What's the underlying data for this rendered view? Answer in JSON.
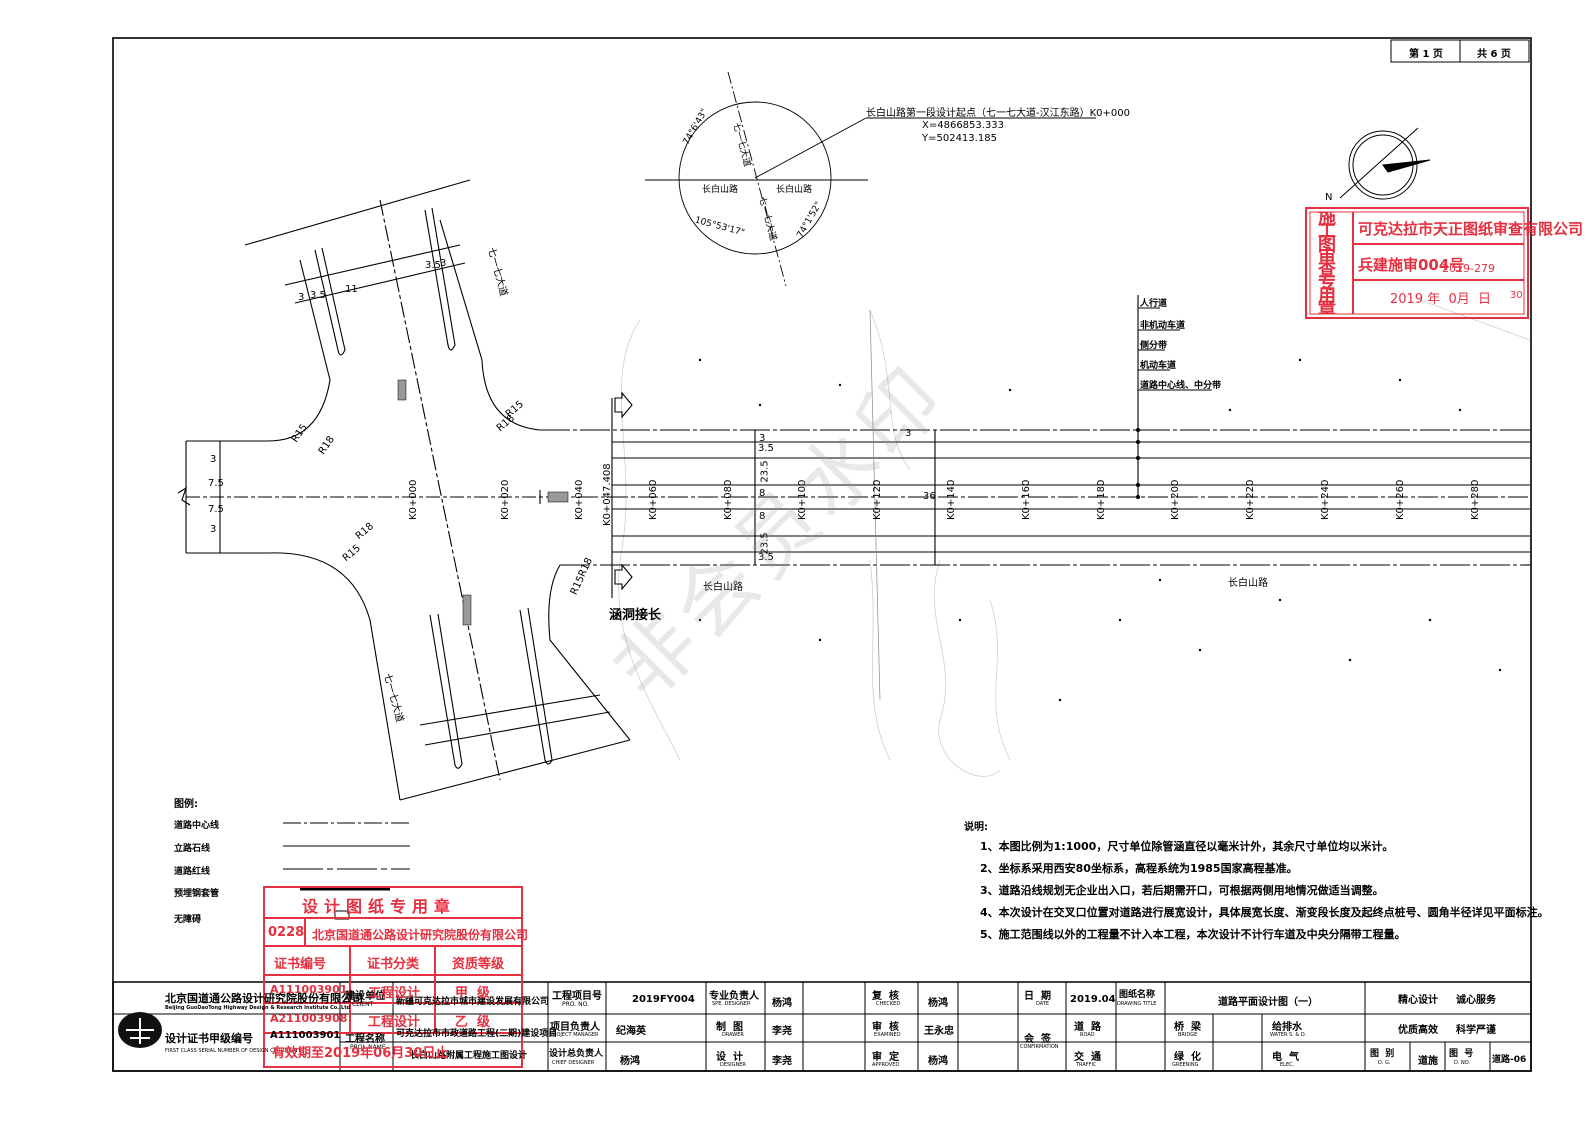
{
  "page": {
    "current": "第 1 页",
    "total": "共 6 页"
  },
  "start_point": {
    "title": "长白山路第一段设计起点（七一七大道-汉江东路）K0+000",
    "x": "X=4866853.333",
    "y": "Y=502413.185",
    "angle_tl": "74°6'43\"",
    "angle_bl": "105°53'17\"",
    "angle_br": "74°1'52\"",
    "road_v1": "七一七大道",
    "road_v2": "七一七大道",
    "road_h_left": "长白山路",
    "road_h_right": "长白山路"
  },
  "road_labels": {
    "main_1": "长白山路",
    "main_2": "长白山路",
    "cross_top": "七一七大道",
    "cross_bottom": "七一七大道",
    "culvert": "涵洞接长"
  },
  "radii": {
    "r15_tl": "R15",
    "r18_tl": "R18",
    "r15_tr": "R15",
    "r18_tr": "R18",
    "r18_bl": "R18",
    "r15_bl": "R15",
    "r15_br": "R15",
    "r18_br": "R18"
  },
  "west_dims": [
    "3",
    "7.5",
    "7.5",
    "3"
  ],
  "cross_dims": [
    "3",
    "3.5",
    "11",
    "3.5",
    "3"
  ],
  "main_dims": [
    "3",
    "3.5",
    "23.5",
    "8",
    "36",
    "8",
    "23.5",
    "3.5",
    "3"
  ],
  "stations": [
    "K0+000",
    "K0+020",
    "K0+040",
    "K0+047.408",
    "K0+060",
    "K0+080",
    "K0+100",
    "K0+120",
    "K0+140",
    "K0+160",
    "K0+180",
    "K0+200",
    "K0+220",
    "K0+240",
    "K0+260",
    "K0+280"
  ],
  "cross_section_labels": [
    "人行道",
    "非机动车道",
    "侧分带",
    "机动车道",
    "道路中心线、中分带"
  ],
  "watermark": "非会员水印",
  "review_stamp": {
    "side": "施工图审查专用章",
    "company": "可克达拉市天正图纸审查有限公司",
    "code": "兵建施审004号",
    "number": "2019-279",
    "date": "2019 年  0月  日",
    "day_digits": "30"
  },
  "legend": {
    "title": "图例:",
    "items": [
      "道路中心线",
      "立路石线",
      "道路红线",
      "预埋钢套管",
      "无障碍"
    ]
  },
  "notes": {
    "title": "说明:",
    "items": [
      "1、本图比例为1:1000，尺寸单位除管涵直径以毫米计外，其余尺寸单位均以米计。",
      "2、坐标系采用西安80坐标系，高程系统为1985国家高程基准。",
      "3、道路沿线规划无企业出入口，若后期需开口，可根据两侧用地情况做适当调整。",
      "4、本次设计在交叉口位置对道路进行展宽设计，具体展宽长度、渐变段长度及起终点桩号、圆角半径详见平面标注。",
      "5、施工范围线以外的工程量不计入本工程，本次设计不计行车道及中央分隔带工程量。"
    ]
  },
  "design_stamp": {
    "title": "设计图纸专用章",
    "code": "0228",
    "company": "北京国道通公路设计研究院股份有限公司",
    "h1": "证书编号",
    "h2": "证书分类",
    "h3": "资质等级",
    "r1c1": "A111003901",
    "r1c2": "工程设计",
    "r1c3": "甲  级",
    "r2c1": "A211003908",
    "r2c2": "工程设计",
    "r2c3": "乙  级",
    "validity": "有效期至2019年06月30日止"
  },
  "titleblock": {
    "company_cn": "北京国道通公路设计研究院股份有限公司",
    "company_en": "Beijing GuoDaoTong Highway Design & Research Institute Co.,Ltd",
    "cert_label": "设计证书甲级编号",
    "cert_en": "FIRST CLASS SERIAL NUMBER OF DESIGN CERTIFICATE",
    "cert_no": "A111003901",
    "client_label": "建设单位",
    "client_en": "CLIENT",
    "client": "新疆可克达拉市城市建设发展有限公司",
    "project_label": "工程名称",
    "project_en": "PROJ. NAME",
    "project": "可克达拉市市政道路工程(二期)建设项目",
    "project_sub": "长白山路附属工程施工图设计",
    "proj_no_label": "工程项目号",
    "proj_no_en": "PRO. NO.",
    "proj_no": "2019FY004",
    "pm_label": "项目负责人",
    "pm_en": "PROJECT MANAGER",
    "pm": "纪海英",
    "chief_label": "设计总负责人",
    "chief_en": "CHIEF DESIGNER",
    "chief": "杨鸿",
    "spec_label": "专业负责人",
    "spec_en": "SPE. DESIGNER",
    "spec": "杨鸿",
    "draw_label": "制  图",
    "draw_en": "DRAWER",
    "drawer": "李尧",
    "design_label": "设  计",
    "design_en": "DESIGNER",
    "designer": "李尧",
    "check_label": "复  核",
    "check_en": "CHECKED",
    "checker": "杨鸿",
    "exam_label": "审  核",
    "exam_en": "EXAMINED",
    "examiner": "王永忠",
    "appr_label": "审  定",
    "appr_en": "APPROVED",
    "approver": "杨鸿",
    "date_label": "日  期",
    "date_en": "DATE",
    "date": "2019.04",
    "countersign": "会  签",
    "countersign_en": "CONFIRMATION",
    "drawing_title_label": "图纸名称",
    "drawing_title_en": "DRAWING TITLE",
    "drawing_title": "道路平面设计图（一）",
    "road": "道  路",
    "road_en": "ROAD",
    "traffic": "交  通",
    "traffic_en": "TRAFFIC",
    "bridge": "桥  梁",
    "bridge_en": "BRIDGE",
    "greening": "绿  化",
    "greening_en": "GREENING",
    "water": "给排水",
    "water_en": "WATER S. & D.",
    "elec": "电  气",
    "elec_en": "ELEC.",
    "motto1": "精心设计",
    "motto2": "诚心服务",
    "motto3": "优质高效",
    "motto4": "科学严谨",
    "category_label": "图  别",
    "category_en": "D. G.",
    "category": "道施",
    "number_label": "图  号",
    "number_en": "D. NO.",
    "number": "道路-06"
  }
}
